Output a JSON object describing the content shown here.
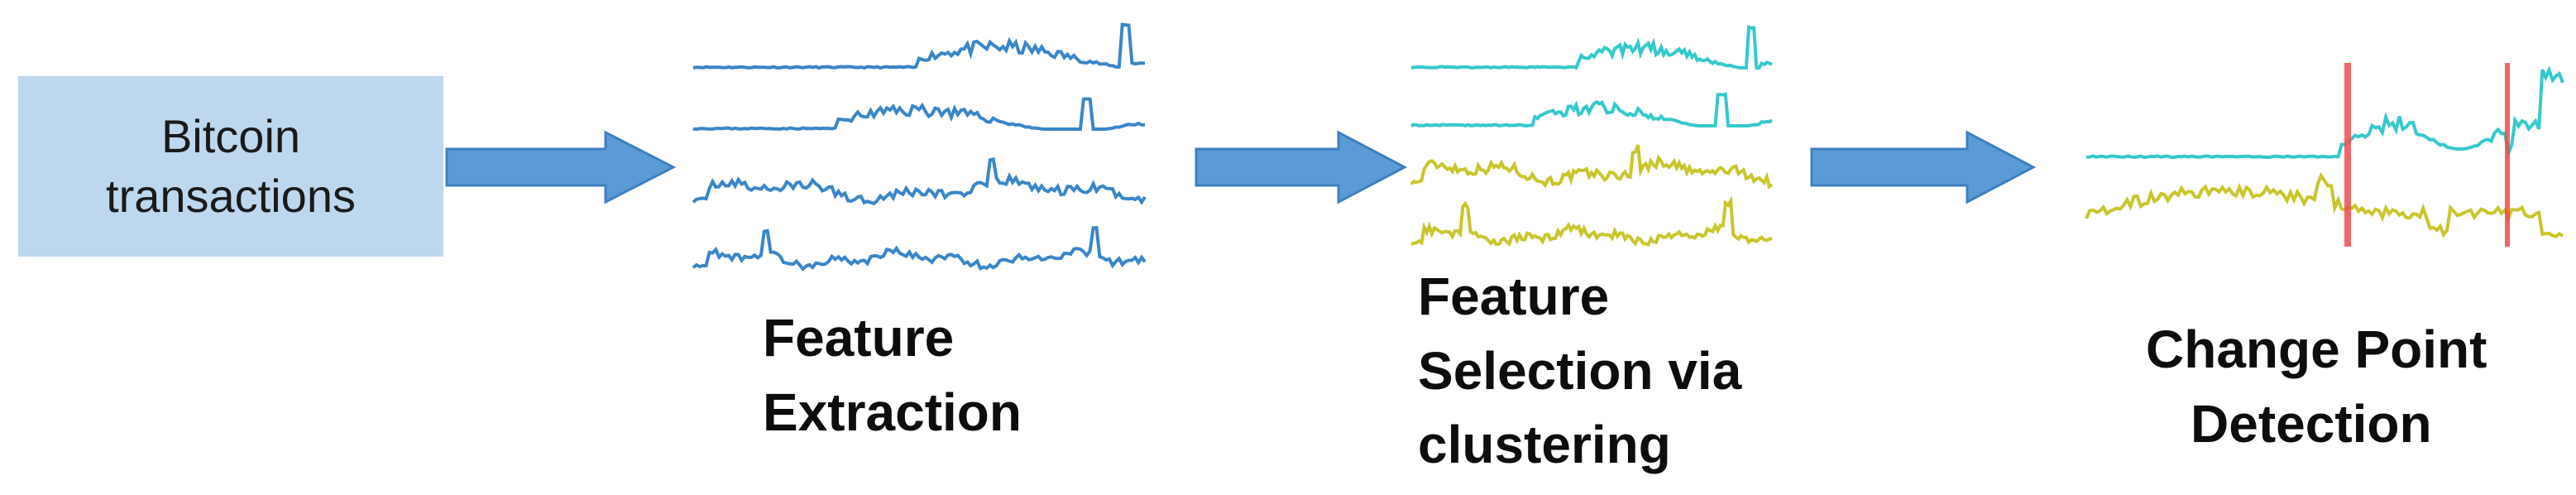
{
  "input": {
    "line1": "Bitcoin",
    "line2": "transactions"
  },
  "steps": [
    {
      "lines": [
        "Feature",
        "Extraction"
      ]
    },
    {
      "lines": [
        "Feature",
        "Selection via",
        "clustering"
      ]
    },
    {
      "lines": [
        "Change Point",
        "Detection"
      ]
    }
  ],
  "colors": {
    "box": "#bdd7ee",
    "arrow": "#5b9bd5",
    "series_blue": "#3a86c8",
    "series_cyan": "#35c9cc",
    "series_yellow": "#c9c62d",
    "change_point": "#ef4a4a"
  }
}
